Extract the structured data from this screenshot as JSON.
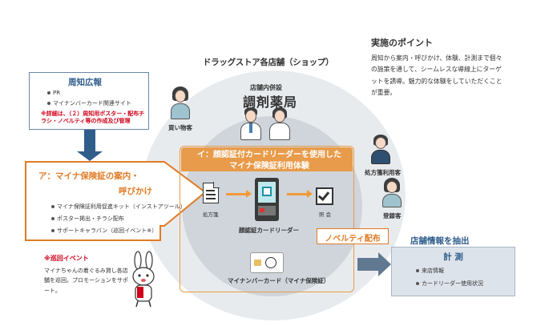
{
  "store": {
    "title": "ドラッグストア各店舗（ショップ）",
    "pharmacy_sub": "店舗内併設",
    "pharmacy_title": "調剤薬局"
  },
  "people": {
    "shopper": "買い物客",
    "prescription_user": "処方箋利用客",
    "registered": "登録客"
  },
  "notice": {
    "title": "周知広報",
    "items": [
      "PR",
      "マイナンバーカード関連サイト"
    ],
    "note": "※詳細は、（２）周知用ポスター・配布チラシ・ノベルティ等の作成及び管理"
  },
  "promo": {
    "title_line1": "ア：マイナ保険証の案内・",
    "title_line2": "呼びかけ",
    "items": [
      "マイナ保険証利用促進キット（インストアツール）",
      "ポスター掲出・チラシ配布",
      "サポートキャラバン（巡回イベント※）"
    ]
  },
  "center": {
    "title_line1": "イ：顔認証付カードリーダーを使用した",
    "title_line2": "マイナ保険証利用体験",
    "doc_label": "処方箋",
    "reader_label": "顔認証カードリーダー",
    "check_label": "照 会",
    "card_label": "マイナンバーカード（マイナ保険証）"
  },
  "novelty": {
    "label": "ノベルティ配布"
  },
  "point": {
    "title": "実施のポイント",
    "body": "周知から案内・呼びかけ、体験、計測まで個々の施策を通して、シームレスな導線上にターゲットを誘導。魅力的な体験をしていただくことが重要。"
  },
  "extract": {
    "title": "店舗情報を抽出",
    "box_title": "計 測",
    "items": [
      "来店情報",
      "カードリーダー使用状況"
    ]
  },
  "event": {
    "title": "※巡回イベント",
    "body": "マイナちゃんの着ぐるみ貸し各店舗を巡回。プロモーションをサポート。"
  },
  "colors": {
    "navy": "#2f5d8c",
    "orange": "#e07b25",
    "red": "#d0021b",
    "grey_bg": "#e8ebee"
  }
}
